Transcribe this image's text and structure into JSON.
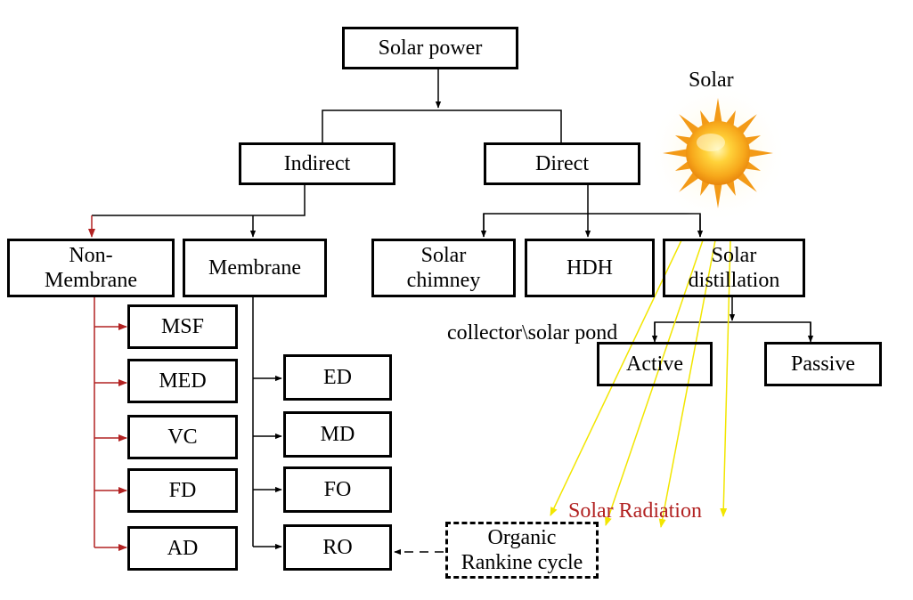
{
  "nodes": {
    "solar_power": "Solar power",
    "indirect": "Indirect",
    "direct": "Direct",
    "non_membrane": "Non-\nMembrane",
    "membrane": "Membrane",
    "solar_chimney": "Solar\nchimney",
    "hdh": "HDH",
    "solar_distillation": "Solar\ndistillation",
    "active": "Active",
    "passive": "Passive",
    "msf": "MSF",
    "med": "MED",
    "vc": "VC",
    "fd": "FD",
    "ad": "AD",
    "ed": "ED",
    "md": "MD",
    "fo": "FO",
    "ro": "RO",
    "orc": "Organic\nRankine cycle"
  },
  "labels": {
    "sun_caption": "Solar",
    "collector": "collector\\solar pond",
    "radiation": "Solar Radiation"
  },
  "colors": {
    "line": "#000000",
    "non_membrane_arrows": "#b22222",
    "radiation_rays": "#f2e600",
    "radiation_text": "#b22222",
    "sun": "#f7a81b"
  },
  "icons": {
    "sun": "sun-icon"
  }
}
